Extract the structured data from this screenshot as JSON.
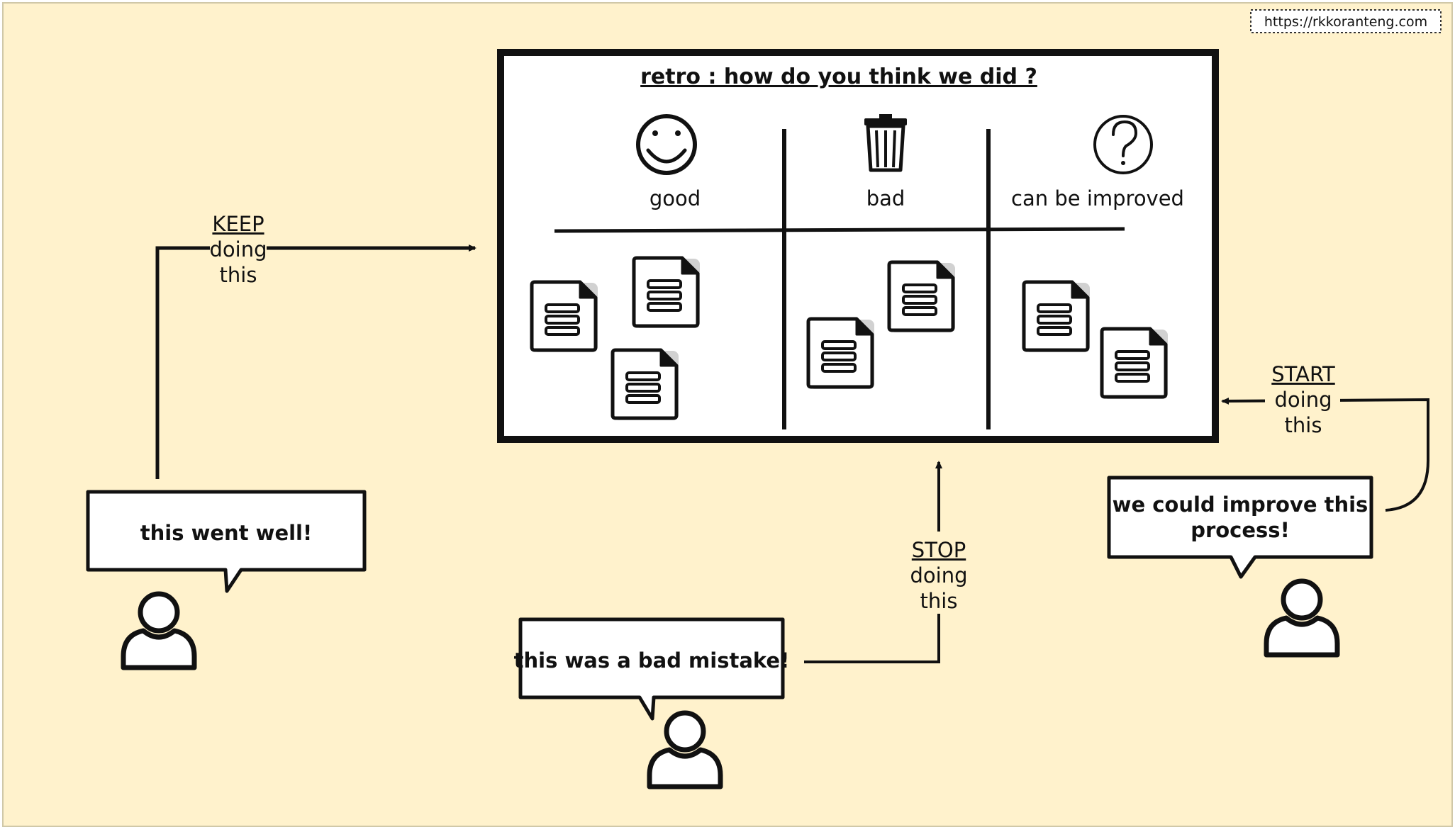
{
  "watermark": "https://rkkoranteng.com",
  "board": {
    "title": "retro : how do you think we did ?",
    "columns": [
      {
        "label": "good",
        "icon": "smiley-face-icon"
      },
      {
        "label": "bad",
        "icon": "trash-can-icon"
      },
      {
        "label": "can be improved",
        "icon": "question-mark-icon"
      }
    ]
  },
  "flows": {
    "keep": {
      "action": "KEEP",
      "line1": "doing",
      "line2": "this"
    },
    "stop": {
      "action": "STOP",
      "line1": "doing",
      "line2": "this"
    },
    "start": {
      "action": "START",
      "line1": "doing",
      "line2": "this"
    }
  },
  "speech": {
    "went_well": "this went well!",
    "mistake": "this was a bad mistake!",
    "improve_line1": "we could improve this",
    "improve_line2": "process!"
  },
  "colors": {
    "background": "#fff2cc",
    "ink": "#111111",
    "paper": "#ffffff"
  }
}
